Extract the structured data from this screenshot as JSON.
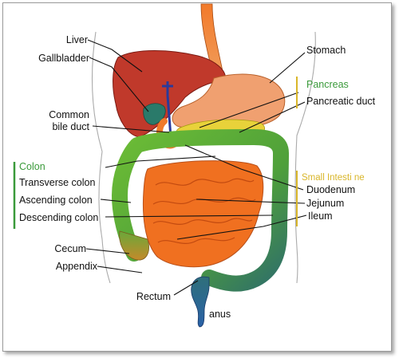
{
  "labels": {
    "liver": "Liver",
    "gallbladder": "Gallbladder",
    "stomach": "Stomach",
    "pancreas": "Pancreas",
    "pancreatic_duct": "Pancreatic duct",
    "common_bile_duct_line1": "Common",
    "common_bile_duct_line2": "bile duct",
    "colon": "Colon",
    "transverse_colon": "Transverse colon",
    "ascending_colon": "Ascending colon",
    "descending_colon": "Descending colon",
    "small_intestine": "Small Intesti ne",
    "duodenum": "Duodenum",
    "jejunum": "Jejunum",
    "ileum": "Ileum",
    "cecum": "Cecum",
    "appendix": "Appendix",
    "rectum": "Rectum",
    "anus": "anus"
  },
  "colors": {
    "liver": "#c0392b",
    "stomach": "#f0a070",
    "esophagus": "#f07a2a",
    "pancreas": "#e8d23a",
    "small_intestine": "#f07020",
    "colon": "#5fae35",
    "colon_dark": "#2f7a4a",
    "gallbladder": "#2a7a6a",
    "duct": "#2a3a9a",
    "group_green": "#3a9a3a",
    "group_yellow": "#d9b62a"
  }
}
